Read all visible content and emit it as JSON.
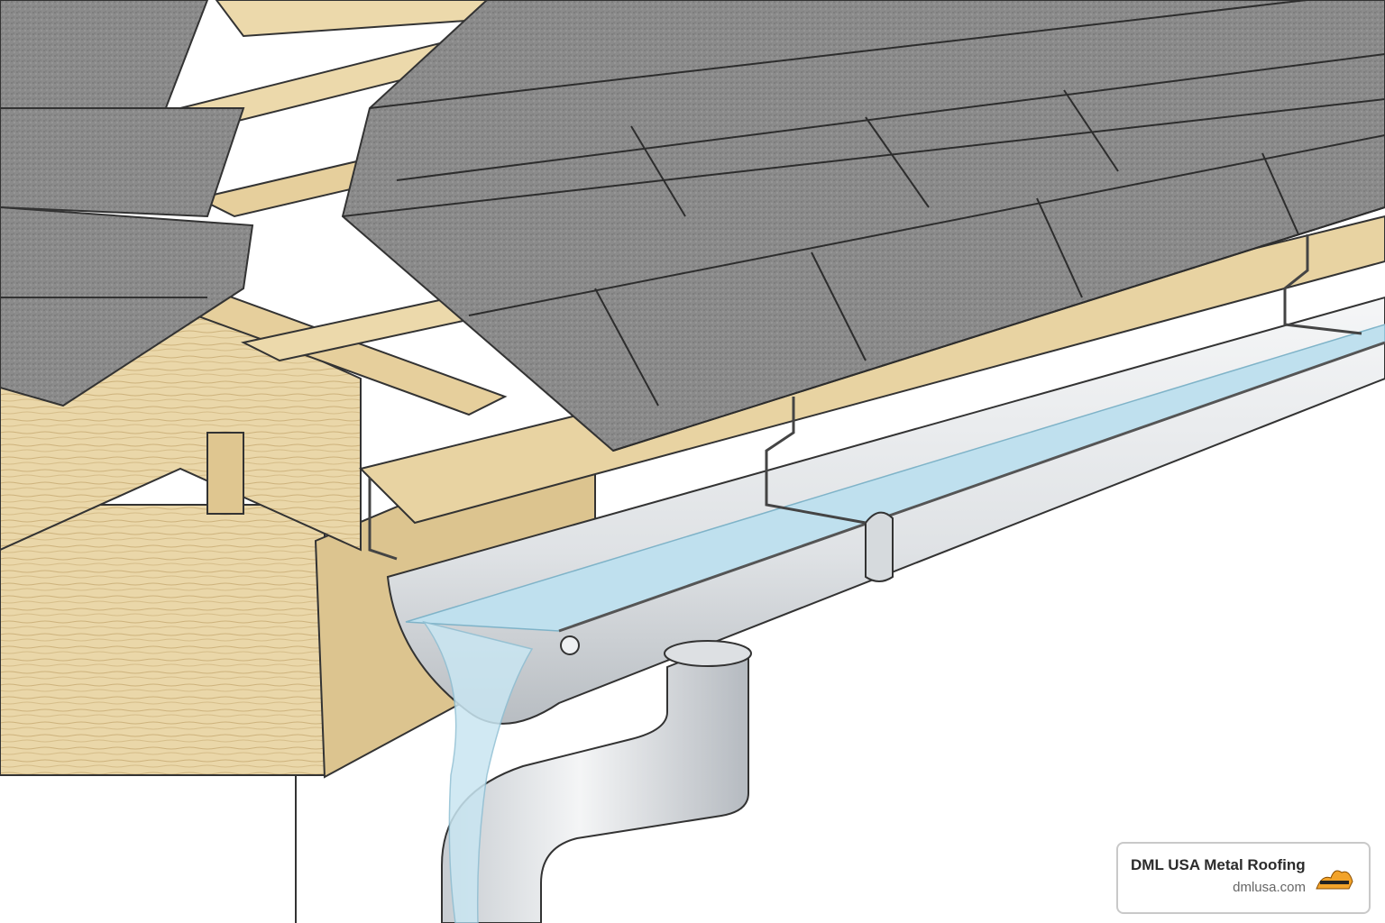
{
  "illustration": {
    "subject": "roof-edge-gutter-downspout",
    "colors": {
      "shingle": "#8a8a8a",
      "shingle_dark": "#6f6f6f",
      "wood": "#e9d6a8",
      "wood_dark": "#c9ad74",
      "metal": "#e6e8ea",
      "metal_dark": "#b9bec3",
      "water": "#bfe0ee",
      "outline": "#333333"
    }
  },
  "watermark": {
    "brand": "DML USA Metal Roofing",
    "url": "dmlusa.com",
    "logo_icon": "flame-logo-icon",
    "logo_color": "#f2a32a"
  }
}
